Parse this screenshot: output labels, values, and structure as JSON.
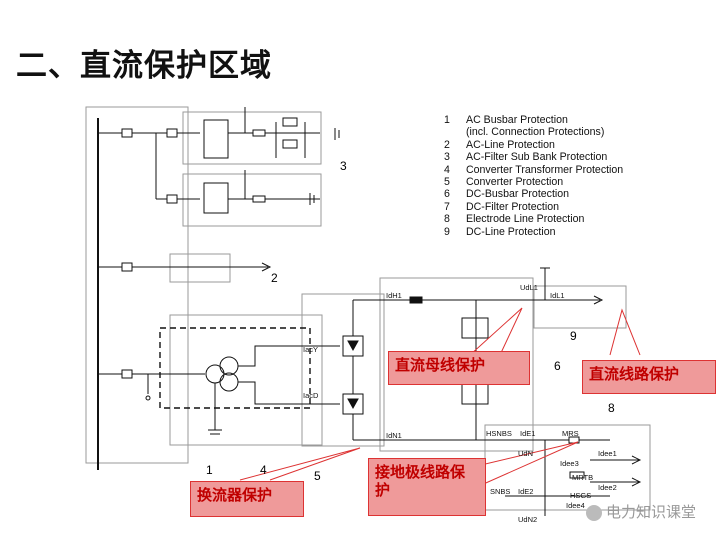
{
  "title": "二、直流保护区域",
  "legend": [
    {
      "num": "1",
      "text": "AC Busbar Protection"
    },
    {
      "num": "",
      "text": "(incl. Connection Protections)"
    },
    {
      "num": "2",
      "text": "AC-Line Protection"
    },
    {
      "num": "3",
      "text": "AC-Filter Sub Bank Protection"
    },
    {
      "num": "4",
      "text": "Converter Transformer Protection"
    },
    {
      "num": "5",
      "text": "Converter Protection"
    },
    {
      "num": "6",
      "text": "DC-Busbar Protection"
    },
    {
      "num": "7",
      "text": "DC-Filter Protection"
    },
    {
      "num": "8",
      "text": "Electrode Line Protection"
    },
    {
      "num": "9",
      "text": "DC-Line Protection"
    }
  ],
  "callouts": {
    "dc_busbar": "直流母线保护",
    "dc_line": "直流线路保护",
    "electrode_line": "接地极线路保护",
    "converter": "换流器保护"
  },
  "zone_numbers": {
    "z1": "1",
    "z2": "2",
    "z3": "3",
    "z4": "4",
    "z5": "5",
    "z6": "6",
    "z8": "8",
    "z9": "9"
  },
  "signals": {
    "udl1": "UdL1",
    "idl1": "IdL1",
    "idh1": "IdH1",
    "idn1": "IdN1",
    "iacy": "IacY",
    "iacd": "IacD",
    "hsnbs": "HSNBS",
    "ide1": "IdE1",
    "mrs": "MRS",
    "udn": "UdN",
    "idee3": "Idee3",
    "idee1": "Idee1",
    "mrtb": "MRTB",
    "idee2": "Idee2",
    "hsgs": "HSGS",
    "idee4": "Idee4",
    "snbs": "SNBS",
    "ide2": "IdE2",
    "udn2": "UdN2"
  },
  "watermark": "电力知识课堂",
  "colors": {
    "callout_fill": "#ef9a9a",
    "callout_text": "#c00000",
    "line": "#111111",
    "zone": "#999999"
  }
}
